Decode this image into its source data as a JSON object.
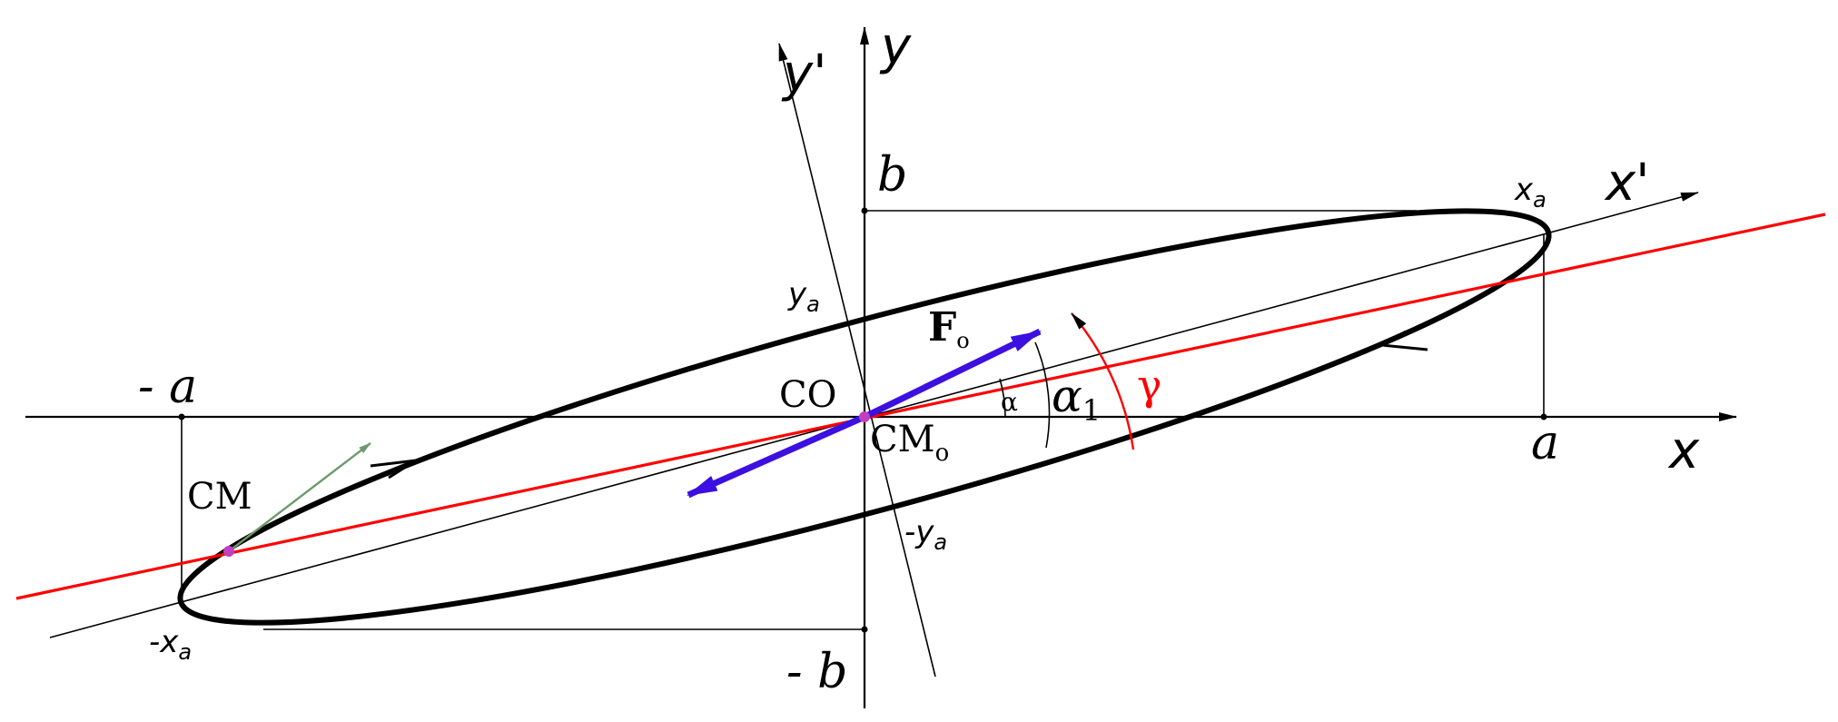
{
  "labels": {
    "x_axis": "x",
    "y_axis": "y",
    "x_prime_axis": "x'",
    "y_prime_axis": "y'",
    "b_top": "b",
    "b_bottom": "- b",
    "a_left": "- a",
    "a_right": "a",
    "xa_pos": "x",
    "xa_pos_sub": "a",
    "xa_neg": "-x",
    "xa_neg_sub": "a",
    "ya_pos": "y",
    "ya_pos_sub": "a",
    "ya_neg": "-y",
    "ya_neg_sub": "a",
    "co": "CO",
    "cm_o": "CM",
    "cm_o_sub": "o",
    "cm": "CM",
    "force": "F",
    "force_sub": "o",
    "alpha": "α",
    "alpha1": "α",
    "alpha1_sub": "1",
    "gamma": "γ"
  },
  "colors": {
    "axes": "#000000",
    "ellipse": "#000000",
    "red_line": "#ff0000",
    "force_arrow": "#3b10e0",
    "green_arrow": "#6d9a6d",
    "center_dot": "#c040c0"
  }
}
